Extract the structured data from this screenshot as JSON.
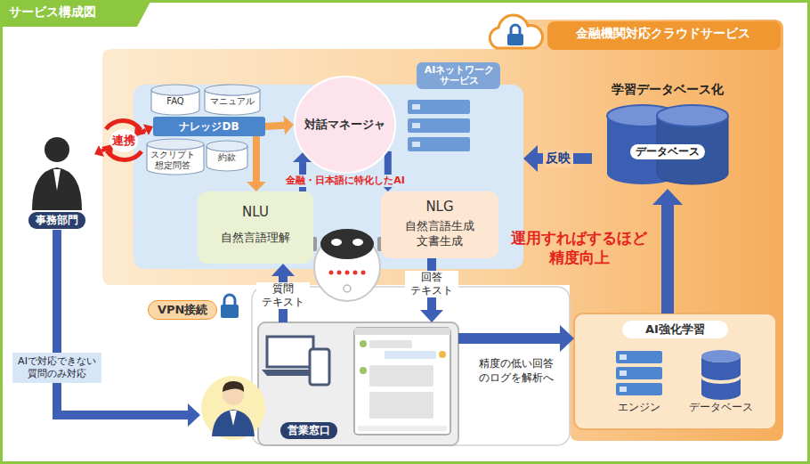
{
  "diagram": {
    "title": "サービス構成図",
    "nodes": [
      {
        "text": [
          "事務部門"
        ]
      },
      {
        "text": [
          "金融機関対応クラウドサービス"
        ]
      },
      {
        "text": [
          "AIネットワーク サービス"
        ],
        "in": 1
      },
      {
        "text": [
          "FAQ"
        ],
        "in": 2
      },
      {
        "text": [
          "マニュアル"
        ],
        "in": 2
      },
      {
        "text": [
          "ナレッジDB"
        ],
        "in": 2
      },
      {
        "text": [
          "スクリプト 想定問答"
        ],
        "in": 2
      },
      {
        "text": [
          "約款"
        ],
        "in": 2
      },
      {
        "text": [
          "対話マネージャ"
        ],
        "in": 2
      },
      {
        "text": [
          "NLU",
          "自然言語理解"
        ],
        "in": 2
      },
      {
        "text": [
          "NLG",
          "自然言語生成 文書生成"
        ],
        "in": 2
      },
      {
        "text": [
          "学習データベース化",
          "データベース"
        ],
        "in": 1
      },
      {
        "text": [
          "営業窓口"
        ]
      },
      {
        "text": [
          "AI強化学習",
          "エンジン",
          "データベース"
        ],
        "in": 1
      }
    ],
    "edges": [
      {
        "from": 0,
        "to": 5,
        "label": "連携",
        "arrow": "both"
      },
      {
        "from": 0,
        "to": 12,
        "label": "AIで対応できない 質問のみ対応",
        "arrow": "to"
      },
      {
        "from": 5,
        "to": 8,
        "arrow": "to"
      },
      {
        "from": 5,
        "to": 9,
        "arrow": "to"
      },
      {
        "from": 9,
        "to": 8,
        "arrow": "to"
      },
      {
        "from": 8,
        "to": 10,
        "arrow": "to"
      },
      {
        "from": 12,
        "to": 9,
        "label": "質問 テキスト",
        "arrow": "to"
      },
      {
        "from": 10,
        "to": 12,
        "label": "回答 テキスト",
        "arrow": "to"
      },
      {
        "from": 11,
        "to": 2,
        "label": "反映",
        "arrow": "to"
      },
      {
        "from": 13,
        "to": 11,
        "arrow": "to"
      },
      {
        "from": 12,
        "to": 13,
        "label": "精度の低い回答 のログを解析へ",
        "arrow": "to"
      }
    ],
    "labels": [
      "金融・日本語に特化したAI",
      "運用すればするほど 精度向上",
      "VPN接続"
    ]
  }
}
